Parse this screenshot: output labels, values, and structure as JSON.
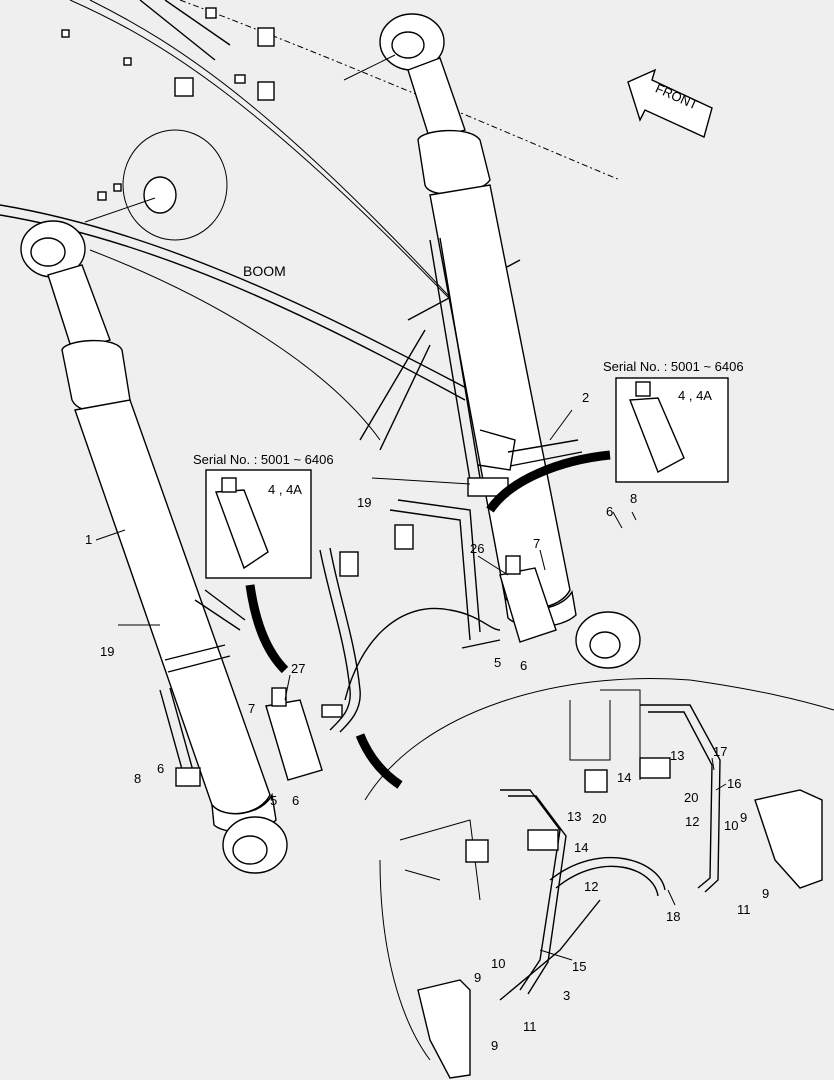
{
  "diagram": {
    "boom_label": "BOOM",
    "front_label": "FRONT",
    "serial_top": "Serial No. : 5001 ~ 6406",
    "serial_left": "Serial No. : 5001 ~ 6406",
    "part_ref_44a": "4 , 4A",
    "part_ref_44a_2": "4 , 4A",
    "callouts": [
      "1",
      "2",
      "3",
      "5",
      "5",
      "6",
      "6",
      "6",
      "6",
      "7",
      "7",
      "8",
      "8",
      "9",
      "9",
      "9",
      "9",
      "10",
      "10",
      "11",
      "11",
      "12",
      "12",
      "13",
      "13",
      "14",
      "14",
      "15",
      "16",
      "17",
      "18",
      "19",
      "19",
      "20",
      "20",
      "26",
      "27"
    ]
  }
}
